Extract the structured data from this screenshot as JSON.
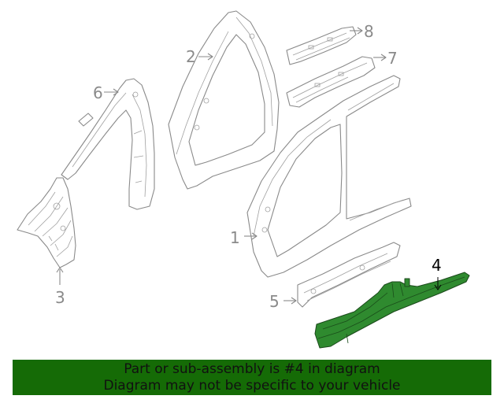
{
  "callouts": [
    {
      "id": "1",
      "label": "1",
      "highlighted": false
    },
    {
      "id": "2",
      "label": "2",
      "highlighted": false
    },
    {
      "id": "3",
      "label": "3",
      "highlighted": false
    },
    {
      "id": "4",
      "label": "4",
      "highlighted": true
    },
    {
      "id": "5",
      "label": "5",
      "highlighted": false
    },
    {
      "id": "6",
      "label": "6",
      "highlighted": false
    },
    {
      "id": "7",
      "label": "7",
      "highlighted": false
    },
    {
      "id": "8",
      "label": "8",
      "highlighted": false
    }
  ],
  "banner": {
    "line1": "Part or sub-assembly is #4 in diagram",
    "line2": "Diagram may not be specific to your vehicle"
  },
  "colors": {
    "banner_bg": "#156b06",
    "highlight": "#2f8a2f",
    "line": "#8a8a8a",
    "callout_text": "#8a8a8a",
    "callout_highlight_text": "#000000"
  }
}
